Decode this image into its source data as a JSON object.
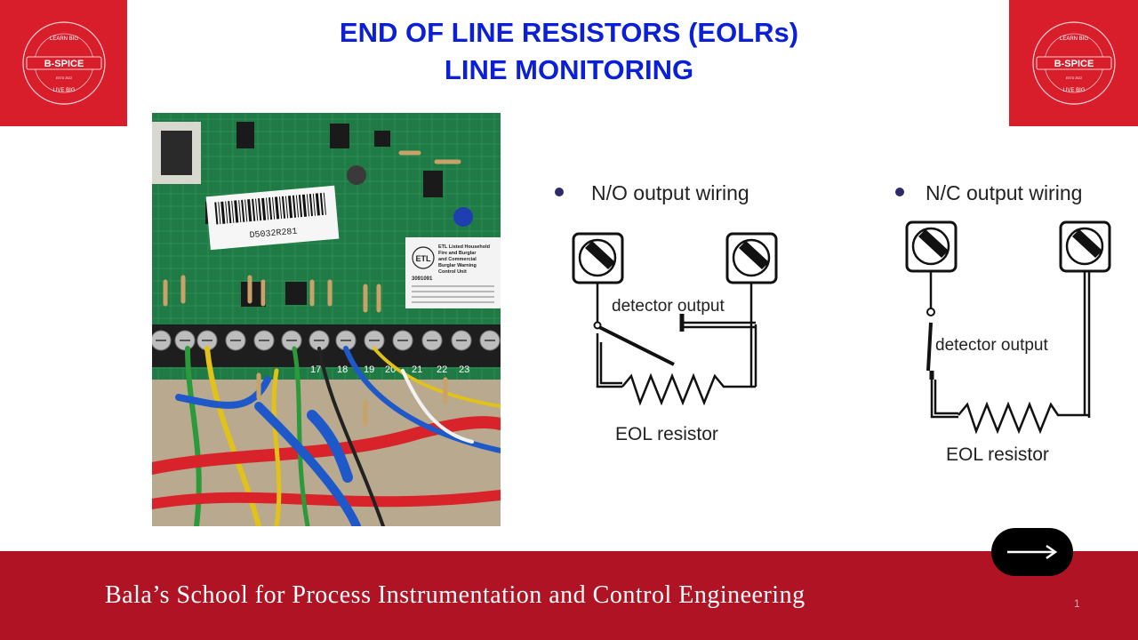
{
  "logo": {
    "brand": "B-SPICE",
    "top_text": "LEARN BIG",
    "bottom_text": "LIVE BIG",
    "estd": "ESTD 2022"
  },
  "title": {
    "line1": "END OF LINE RESISTORS (EOLRs)",
    "line2": "LINE MONITORING"
  },
  "photo": {
    "barcode_number": "D5032R281",
    "etl_label": [
      "ETL Listed Household",
      "Fire and Burglar",
      "and Commercial",
      "Burglar Warning",
      "Control Unit"
    ],
    "etl_number": "3091091",
    "terminal_numbers": [
      "17",
      "18",
      "19",
      "20",
      "21",
      "22",
      "23"
    ]
  },
  "diagram": {
    "no": {
      "heading": "N/O output wiring",
      "detector_label": "detector output",
      "resistor_label": "EOL resistor"
    },
    "nc": {
      "heading": "N/C output wiring",
      "detector_label": "detector output",
      "resistor_label": "EOL resistor"
    }
  },
  "footer": {
    "school": "Bala’s School for Process Instrumentation and Control Engineering",
    "page": "1"
  },
  "colors": {
    "title_blue": "#0a1fd6",
    "logo_red": "#d81e2b",
    "footer_red": "#b01424",
    "bullet": "#2e2a6b"
  },
  "icons": {
    "next": "arrow-right-icon"
  }
}
